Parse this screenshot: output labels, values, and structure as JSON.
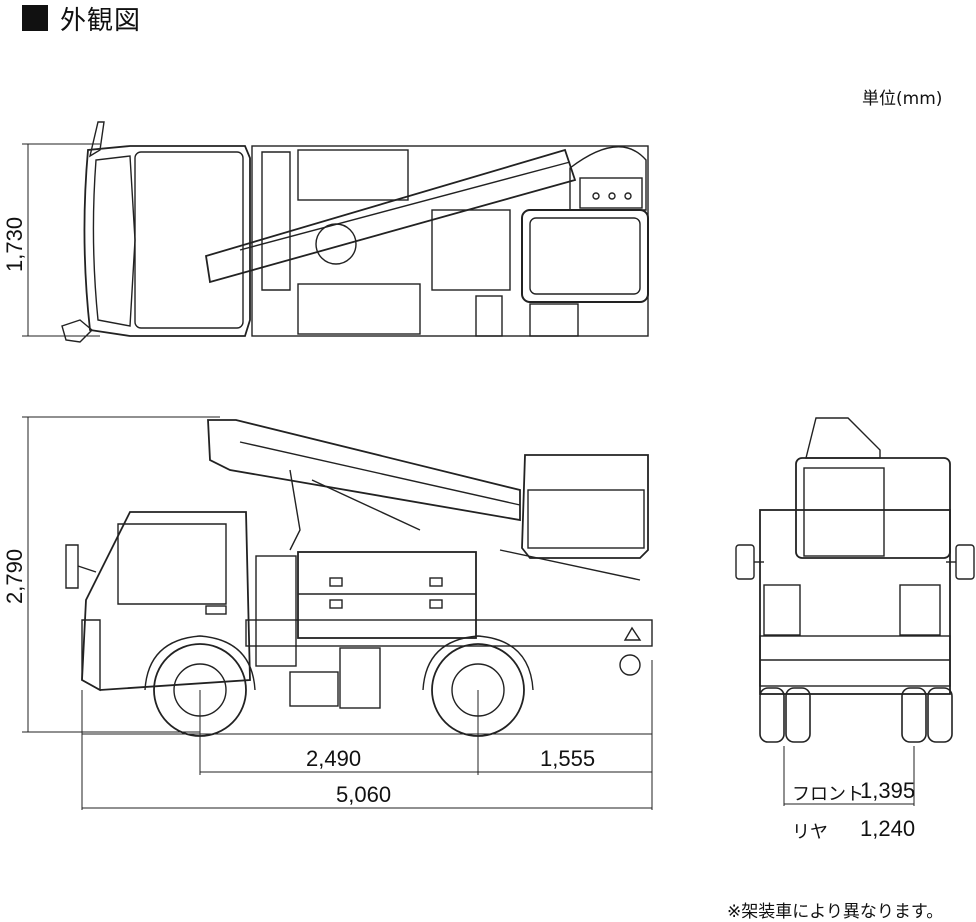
{
  "title": "外観図",
  "unit_label": "単位(mm)",
  "note": "※架装車により異なります。",
  "dimensions": {
    "top_width": "1,730",
    "side_height": "2,790",
    "wheelbase": "2,490",
    "rear_overhang": "1,555",
    "overall_length": "5,060"
  },
  "tread": {
    "front_label": "フロント",
    "front_value": "1,395",
    "rear_label": "リヤ",
    "rear_value": "1,240"
  }
}
